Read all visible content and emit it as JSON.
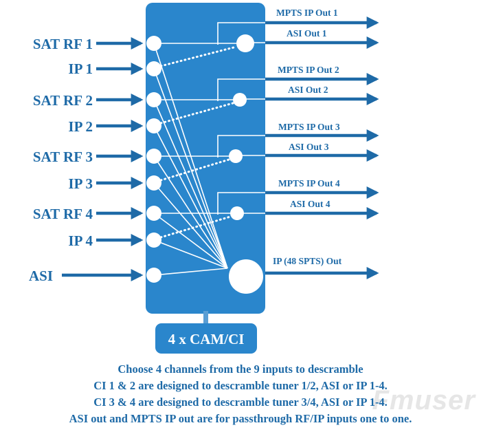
{
  "colors": {
    "accent": "#1e6aa7",
    "box_fill": "#2a86cc",
    "node_fill": "#ffffff",
    "background": "#ffffff"
  },
  "diagram": {
    "inputs": [
      {
        "id": "sat-rf-1",
        "label": "SAT RF 1"
      },
      {
        "id": "ip-1",
        "label": "IP 1"
      },
      {
        "id": "sat-rf-2",
        "label": "SAT RF 2"
      },
      {
        "id": "ip-2",
        "label": "IP 2"
      },
      {
        "id": "sat-rf-3",
        "label": "SAT RF 3"
      },
      {
        "id": "ip-3",
        "label": "IP 3"
      },
      {
        "id": "sat-rf-4",
        "label": "SAT RF 4"
      },
      {
        "id": "ip-4",
        "label": "IP 4"
      },
      {
        "id": "asi",
        "label": "ASI"
      }
    ],
    "outputs": [
      {
        "id": "mpts-ip-out-1",
        "label": "MPTS IP Out 1"
      },
      {
        "id": "asi-out-1",
        "label": "ASI Out 1"
      },
      {
        "id": "mpts-ip-out-2",
        "label": "MPTS IP Out 2"
      },
      {
        "id": "asi-out-2",
        "label": "ASI Out 2"
      },
      {
        "id": "mpts-ip-out-3",
        "label": "MPTS IP Out 3"
      },
      {
        "id": "asi-out-3",
        "label": "ASI Out 3"
      },
      {
        "id": "mpts-ip-out-4",
        "label": "MPTS IP Out 4"
      },
      {
        "id": "asi-out-4",
        "label": "ASI Out 4"
      },
      {
        "id": "ip-48-spts-out",
        "label": "IP (48 SPTS) Out"
      }
    ],
    "cam_label": "4 x CAM/CI"
  },
  "caption": {
    "line1": "Choose 4 channels from the 9 inputs to descramble",
    "line2": "CI 1 & 2 are designed to descramble tuner 1/2,  ASI or IP 1-4.",
    "line3": "CI 3 & 4 are designed to descramble tuner 3/4,  ASI or IP 1-4.",
    "line4": "ASI out and MPTS IP out are for passthrough RF/IP inputs one to one."
  },
  "watermark": "Fmuser"
}
